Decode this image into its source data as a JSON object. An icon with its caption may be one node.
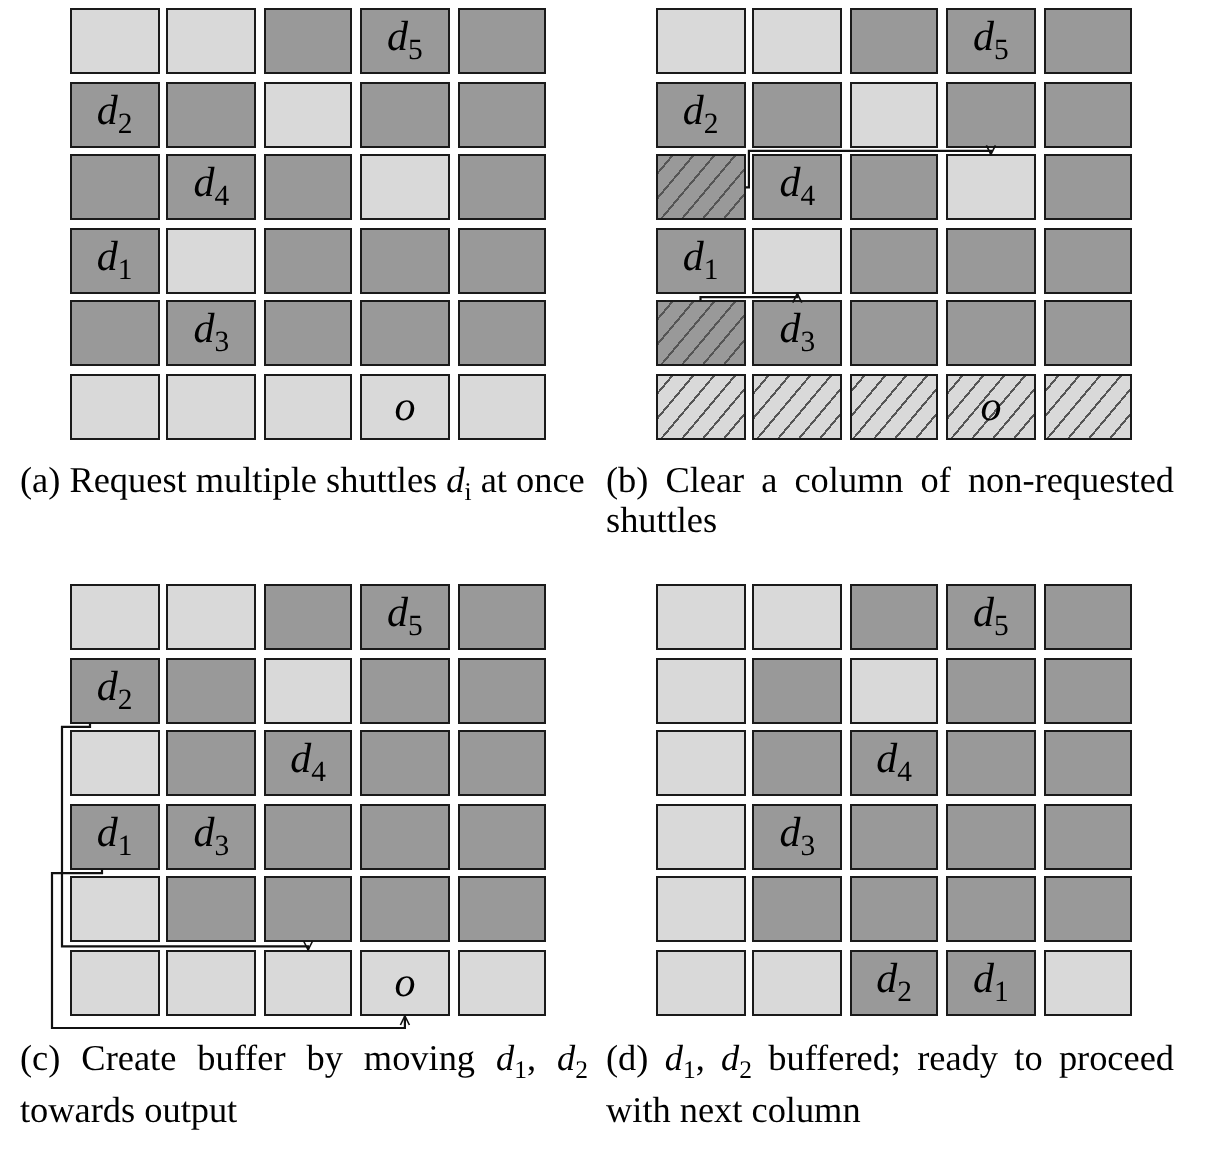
{
  "diagram": {
    "nodes": [
      {
        "text": [],
        "shape": "box"
      },
      {
        "text": [],
        "shape": "box"
      },
      {
        "text": [],
        "shape": "box"
      },
      {
        "text": [
          "d$_{5}$"
        ]
      },
      {
        "text": [],
        "shape": "box"
      },
      {
        "text": [
          "d$_{2}$"
        ]
      },
      {
        "text": [],
        "shape": "box"
      },
      {
        "text": [],
        "shape": "box"
      },
      {
        "text": [],
        "shape": "box"
      },
      {
        "text": [],
        "shape": "box"
      },
      {
        "text": [],
        "shape": "box"
      },
      {
        "text": [
          "d$_{4}$"
        ]
      },
      {
        "text": [],
        "shape": "box"
      },
      {
        "text": [],
        "shape": "box"
      },
      {
        "text": [],
        "shape": "box"
      },
      {
        "text": [
          "d$_{1}$"
        ]
      },
      {
        "text": [],
        "shape": "box"
      },
      {
        "text": [],
        "shape": "box"
      },
      {
        "text": [],
        "shape": "box"
      },
      {
        "text": [],
        "shape": "box"
      },
      {
        "text": [],
        "shape": "box"
      },
      {
        "text": [
          "d$_{3}$"
        ]
      },
      {
        "text": [],
        "shape": "box"
      },
      {
        "text": [],
        "shape": "box"
      },
      {
        "text": [],
        "shape": "box"
      },
      {
        "text": [],
        "shape": "box"
      },
      {
        "text": [],
        "shape": "box"
      },
      {
        "text": [],
        "shape": "box"
      },
      {
        "text": [
          "o"
        ]
      },
      {
        "text": [],
        "shape": "box"
      },
      {
        "text": [],
        "shape": "box"
      },
      {
        "text": [],
        "shape": "box"
      },
      {
        "text": [],
        "shape": "box"
      },
      {
        "text": [
          "d$_{5}$"
        ]
      },
      {
        "text": [],
        "shape": "box"
      },
      {
        "text": [
          "d$_{2}$"
        ]
      },
      {
        "text": [],
        "shape": "box"
      },
      {
        "text": [],
        "shape": "box"
      },
      {
        "text": [],
        "shape": "box"
      },
      {
        "text": [],
        "shape": "box"
      },
      {
        "text": [],
        "shape": "box"
      },
      {
        "text": [
          "d$_{4}$"
        ]
      },
      {
        "text": [],
        "shape": "box"
      },
      {
        "text": [],
        "shape": "box"
      },
      {
        "text": [],
        "shape": "box"
      },
      {
        "text": [
          "d$_{1}$"
        ]
      },
      {
        "text": [],
        "shape": "box"
      },
      {
        "text": [],
        "shape": "box"
      },
      {
        "text": [],
        "shape": "box"
      },
      {
        "text": [],
        "shape": "box"
      },
      {
        "text": [],
        "shape": "box"
      },
      {
        "text": [
          "d$_{3}$"
        ]
      },
      {
        "text": [],
        "shape": "box"
      },
      {
        "text": [],
        "shape": "box"
      },
      {
        "text": [],
        "shape": "box"
      },
      {
        "text": [],
        "shape": "box"
      },
      {
        "text": [],
        "shape": "box"
      },
      {
        "text": [],
        "shape": "box"
      },
      {
        "text": [
          "o"
        ]
      },
      {
        "text": [],
        "shape": "box"
      },
      {
        "text": [],
        "shape": "box"
      },
      {
        "text": [],
        "shape": "box"
      },
      {
        "text": [],
        "shape": "box"
      },
      {
        "text": [
          "d$_{5}$"
        ]
      },
      {
        "text": [],
        "shape": "box"
      },
      {
        "text": [
          "d$_{2}$"
        ]
      },
      {
        "text": [],
        "shape": "box"
      },
      {
        "text": [],
        "shape": "box"
      },
      {
        "text": [],
        "shape": "box"
      },
      {
        "text": [],
        "shape": "box"
      },
      {
        "text": [],
        "shape": "box"
      },
      {
        "text": [],
        "shape": "box"
      },
      {
        "text": [
          "d$_{4}$"
        ]
      },
      {
        "text": [],
        "shape": "box"
      },
      {
        "text": [],
        "shape": "box"
      },
      {
        "text": [
          "d$_{1}$"
        ]
      },
      {
        "text": [
          "d$_{3}$"
        ]
      },
      {
        "text": [],
        "shape": "box"
      },
      {
        "text": [],
        "shape": "box"
      },
      {
        "text": [],
        "shape": "box"
      },
      {
        "text": [],
        "shape": "box"
      },
      {
        "text": [],
        "shape": "box"
      },
      {
        "text": [],
        "shape": "box"
      },
      {
        "text": [],
        "shape": "box"
      },
      {
        "text": [],
        "shape": "box"
      },
      {
        "text": [],
        "shape": "box"
      },
      {
        "text": [],
        "shape": "box"
      },
      {
        "text": [],
        "shape": "box"
      },
      {
        "text": [
          "o"
        ]
      },
      {
        "text": [],
        "shape": "box"
      },
      {
        "text": [],
        "shape": "box"
      },
      {
        "text": [],
        "shape": "box"
      },
      {
        "text": [],
        "shape": "box"
      },
      {
        "text": [
          "d$_{5}$"
        ]
      },
      {
        "text": [],
        "shape": "box"
      },
      {
        "text": [],
        "shape": "box"
      },
      {
        "text": [],
        "shape": "box"
      },
      {
        "text": [],
        "shape": "box"
      },
      {
        "text": [],
        "shape": "box"
      },
      {
        "text": [],
        "shape": "box"
      },
      {
        "text": [],
        "shape": "box"
      },
      {
        "text": [],
        "shape": "box"
      },
      {
        "text": [
          "d$_{4}$"
        ]
      },
      {
        "text": [],
        "shape": "box"
      },
      {
        "text": [],
        "shape": "box"
      },
      {
        "text": [],
        "shape": "box"
      },
      {
        "text": [
          "d$_{3}$"
        ]
      },
      {
        "text": [],
        "shape": "box"
      },
      {
        "text": [],
        "shape": "box"
      },
      {
        "text": [],
        "shape": "box"
      },
      {
        "text": [],
        "shape": "box"
      },
      {
        "text": [],
        "shape": "box"
      },
      {
        "text": [],
        "shape": "box"
      },
      {
        "text": [],
        "shape": "box"
      },
      {
        "text": [],
        "shape": "box"
      },
      {
        "text": [],
        "shape": "box"
      },
      {
        "text": [],
        "shape": "box"
      },
      {
        "text": [
          "d$_{2}$"
        ]
      },
      {
        "text": [
          "d$_{1}$"
        ]
      },
      {
        "text": [],
        "shape": "box"
      }
    ],
    "edges": [
      {
        "from": 40,
        "to": 43,
        "arrow": "to"
      },
      {
        "from": 50,
        "to": 46,
        "arrow": "to"
      },
      {
        "from": 65,
        "to": 87,
        "arrow": "to"
      },
      {
        "from": 75,
        "to": 88,
        "arrow": "to"
      }
    ],
    "labels": [
      "(a) Request multiple shuttles *d*$_{i}$ at once",
      "(b) Clear a column of non-requested shuttles",
      "(c) Create buffer by moving *d*$_{1}$, *d*$_{2}$ towards output",
      "(d) *d*$_{1}$, *d*$_{2}$ buffered; ready to proceed with next column"
    ]
  }
}
